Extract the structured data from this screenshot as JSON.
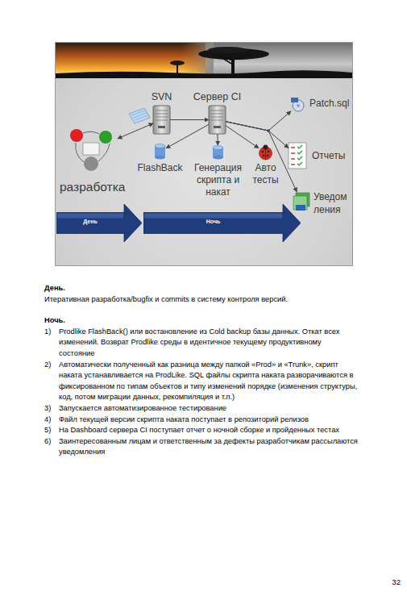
{
  "diagram": {
    "nodes": [
      {
        "text": [
          "SVN"
        ]
      },
      {
        "text": [
          "Сервер CI"
        ]
      },
      {
        "text": [
          "Patch.sql"
        ]
      },
      {
        "text": [
          "Отчеты"
        ]
      },
      {
        "text": [
          "FlashBack"
        ]
      },
      {
        "text": [
          "Генерация скрипта и накат"
        ]
      },
      {
        "text": [
          "Авто тесты"
        ]
      },
      {
        "text": [
          "разработка"
        ]
      },
      {
        "text": [
          "Уведом ления"
        ]
      },
      {
        "text": [
          "День"
        ]
      },
      {
        "text": [
          "Ночь"
        ]
      }
    ],
    "edges": [
      {
        "from": 7,
        "to": 0,
        "arrow": "both"
      },
      {
        "from": 0,
        "to": 1,
        "arrow": "to"
      },
      {
        "from": 1,
        "to": 4,
        "arrow": "to"
      },
      {
        "from": 1,
        "to": 5,
        "arrow": "to"
      },
      {
        "from": 1,
        "to": 6,
        "arrow": "to"
      },
      {
        "from": 1,
        "to": 2,
        "arrow": "to"
      },
      {
        "from": 1,
        "to": 3,
        "arrow": "to"
      },
      {
        "from": 1,
        "to": 8,
        "arrow": "to"
      }
    ],
    "labels": [
      "День.",
      "Итеративная разработка/bugfix и commits в систему контроля версий.",
      "Ночь.",
      "1)",
      "Prodlike FlashBack() или востановление из Cold backup базы данных. Откат всех изменений. Возврат Prodlike среды в идентичное текущему продуктивному состояние",
      "2)",
      "Автоматически полученный как разница между папкой «Prod» и «Trunk», скрипт наката устанавливается на ProdLike. SQL файлы скрипта наката разворачиваются в фиксированном по типам объектов и типу изменений порядке (изменения структуры, код, потом миграции данных, рекомпиляция и т.п.)",
      "3)",
      "Запускается автоматизированное тестирование",
      "4)",
      "Файл текущей версии скрипта наката поступает в репозиторий релизов",
      "5)",
      "На Dashboard сервера CI поступает отчет о ночной сборке и пройденных тестах",
      "6)",
      "Заинтересованным лицам и ответственным за дефекты разработчикам рассылаются уведомления",
      "32"
    ]
  }
}
